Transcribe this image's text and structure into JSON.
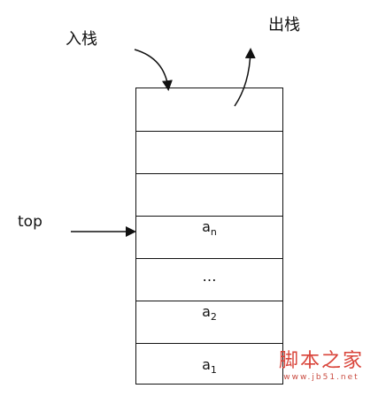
{
  "labels": {
    "push": "入栈",
    "pop": "出栈",
    "top": "top"
  },
  "stack": {
    "slots": [
      {
        "base": "",
        "sub": ""
      },
      {
        "base": "",
        "sub": ""
      },
      {
        "base": "",
        "sub": ""
      },
      {
        "base": "a",
        "sub": "n"
      },
      {
        "base": "…",
        "sub": ""
      },
      {
        "base": "a",
        "sub": "2"
      },
      {
        "base": "a",
        "sub": "1"
      }
    ]
  },
  "watermark": {
    "text": "脚本之家",
    "url": "www.jb51.net"
  }
}
